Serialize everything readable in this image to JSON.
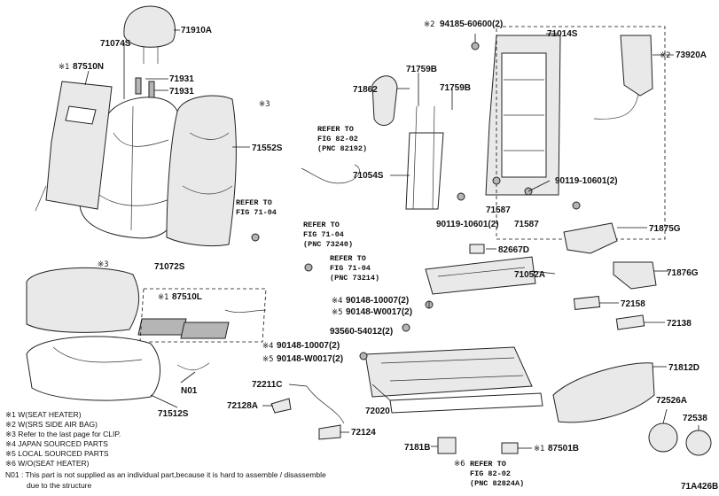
{
  "diagram_code": "71A426B",
  "parts": {
    "p71910A": "71910A",
    "p71074S": "71074S",
    "p87510N": "87510N",
    "p71931a": "71931",
    "p71931b": "71931",
    "p71552S": "71552S",
    "p71862": "71862",
    "p71759Ba": "71759B",
    "p71759Bb": "71759B",
    "p94185": "94185-60600(2)",
    "p71014S": "71014S",
    "p73920A": "73920A",
    "p71054S": "71054S",
    "p90119a": "90119-10601(2)",
    "p90119b": "90119-10601(2)",
    "p71587a": "71587",
    "p71587b": "71587",
    "p71875G": "71875G",
    "p82667D": "82667D",
    "p71052A": "71052A",
    "p71876G": "71876G",
    "p71072S": "71072S",
    "p87510L": "87510L",
    "p90148_10007a": "90148-10007(2)",
    "p90148_W0017a": "90148-W0017(2)",
    "p93560": "93560-54012(2)",
    "p72158": "72158",
    "p72138": "72138",
    "p90148_10007b": "90148-10007(2)",
    "p90148_W0017b": "90148-W0017(2)",
    "p71812D": "71812D",
    "p72211C": "72211C",
    "pN01": "N01",
    "p72128A": "72128A",
    "p72020": "72020",
    "p71512S": "71512S",
    "p72124": "72124",
    "p72526A": "72526A",
    "p72538": "72538",
    "p7181B": "7181B",
    "p87501B": "87501B"
  },
  "symbols": {
    "s1_87510N": "※1",
    "s2_94185": "※2",
    "s2_73920A": "※2",
    "s3_a": "※3",
    "s3_b": "※3",
    "s1_87510L": "※1",
    "s4_a": "※4",
    "s5_a": "※5",
    "s4_b": "※4",
    "s5_b": "※5",
    "s1_87501B": "※1",
    "s6_ref": "※6"
  },
  "refs": {
    "r1": [
      "REFER TO",
      "FIG 82-02",
      "(PNC 82192)"
    ],
    "r2": [
      "REFER TO",
      "FIG 71-04"
    ],
    "r3": [
      "REFER TO",
      "FIG 71-04",
      "(PNC 73240)"
    ],
    "r4": [
      "REFER TO",
      "FIG 71-04",
      "(PNC 73214)"
    ],
    "r5": [
      "REFER TO",
      "FIG 82-02",
      "(PNC 82824A)"
    ]
  },
  "legend": [
    "※1 W(SEAT HEATER)",
    "※2 W(SRS SIDE AIR BAG)",
    "※3 Refer to the last page for CLIP.",
    "※4 JAPAN SOURCED PARTS",
    "※5 LOCAL SOURCED PARTS",
    "※6 W/O(SEAT HEATER)",
    "N01 : This part is not supplied as an individual part,because it is hard to assemble / disassemble",
    "due to the structure"
  ]
}
